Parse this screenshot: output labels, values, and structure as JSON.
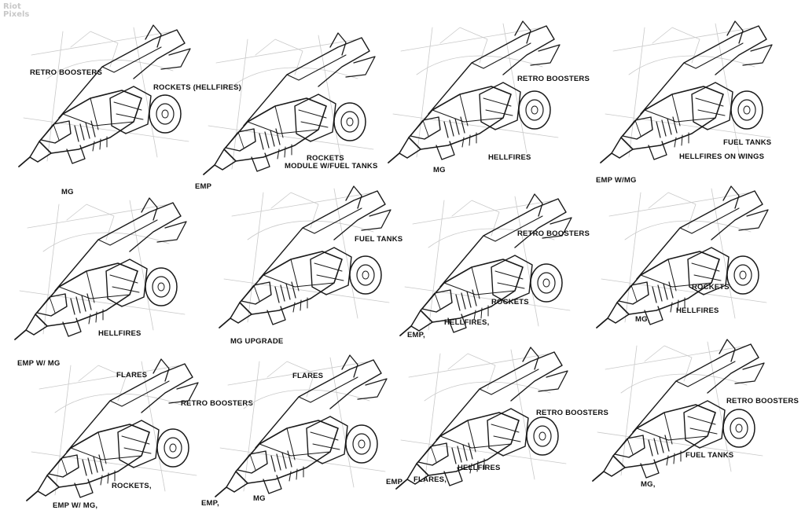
{
  "watermark": "Riot Pixels",
  "panels": [
    {
      "labels": [
        "RETRO BOOSTERS",
        "ROCKETS (HELLFIRES)",
        "MG"
      ]
    },
    {
      "labels": [
        "ROCKETS",
        "MODULE W/FUEL TANKS",
        "EMP"
      ]
    },
    {
      "labels": [
        "RETRO BOOSTERS",
        "HELLFIRES",
        "MG"
      ]
    },
    {
      "labels": [
        "FUEL TANKS",
        "HELLFIRES ON WINGS",
        "EMP W/MG"
      ]
    },
    {
      "labels": [
        "HELLFIRES",
        "EMP W/ MG"
      ]
    },
    {
      "labels": [
        "FUEL TANKS",
        "MG UPGRADE"
      ]
    },
    {
      "labels": [
        "RETRO BOOSTERS",
        "ROCKETS",
        "HELLFIRES,",
        "EMP,"
      ]
    },
    {
      "labels": [
        "ROCKETS",
        "HELLFIRES",
        "MG,"
      ]
    },
    {
      "labels": [
        "FLARES",
        "RETRO BOOSTERS",
        "ROCKETS,",
        "EMP W/ MG,"
      ]
    },
    {
      "labels": [
        "FLARES",
        "EMP,",
        "MG"
      ]
    },
    {
      "labels": [
        "RETRO BOOSTERS",
        "HELLFIRES",
        "FLARES,",
        "EMP"
      ]
    },
    {
      "labels": [
        "RETRO BOOSTERS",
        "FUEL TANKS",
        "MG,"
      ]
    }
  ]
}
